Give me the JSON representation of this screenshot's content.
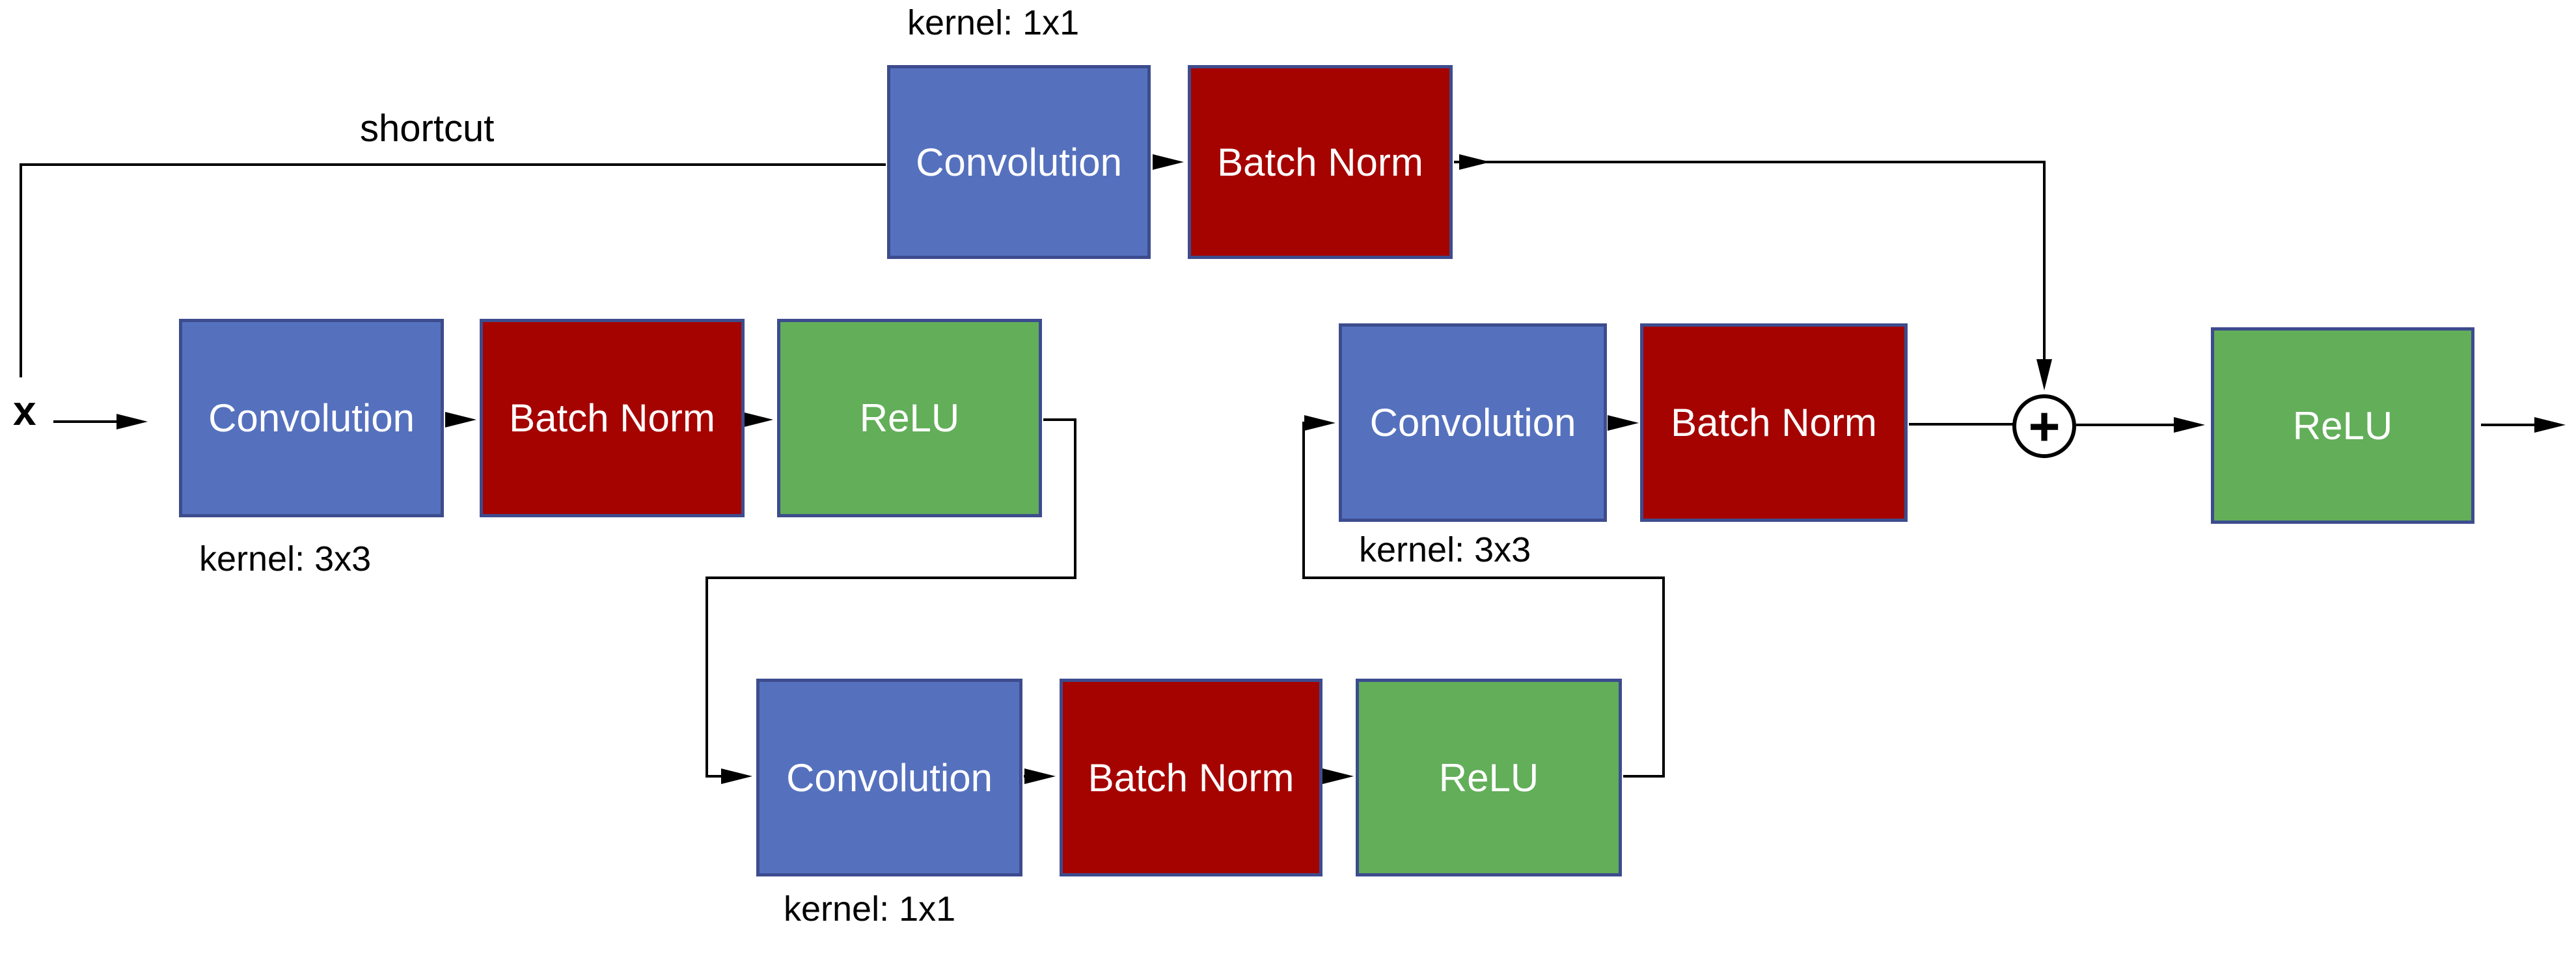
{
  "diagram": {
    "kind": "residual-block-flow-diagram"
  },
  "colors": {
    "convolution_fill": "#5571BE",
    "batch_norm_fill": "#A50300",
    "relu_fill": "#62AE59",
    "block_border": "#3D4C8E",
    "block_text": "#FFFFFF",
    "line": "#000000",
    "annotation_text": "#000000",
    "background": "#FFFFFF"
  },
  "blocks": {
    "shortcut_conv": {
      "label": "Convolution"
    },
    "shortcut_bn": {
      "label": "Batch Norm"
    },
    "row1_conv": {
      "label": "Convolution"
    },
    "row1_bn": {
      "label": "Batch Norm"
    },
    "row1_relu": {
      "label": "ReLU"
    },
    "row2_conv": {
      "label": "Convolution"
    },
    "row2_bn": {
      "label": "Batch Norm"
    },
    "row2_relu": {
      "label": "ReLU"
    },
    "row3_conv": {
      "label": "Convolution"
    },
    "row3_bn": {
      "label": "Batch Norm"
    },
    "final_relu": {
      "label": "ReLU"
    }
  },
  "annotations": {
    "input": "x",
    "shortcut": "shortcut",
    "kernel_shortcut": "kernel: 1x1",
    "kernel_row1": "kernel: 3x3",
    "kernel_row2": "kernel: 1x1",
    "kernel_row3": "kernel: 3x3",
    "plus": "+"
  }
}
